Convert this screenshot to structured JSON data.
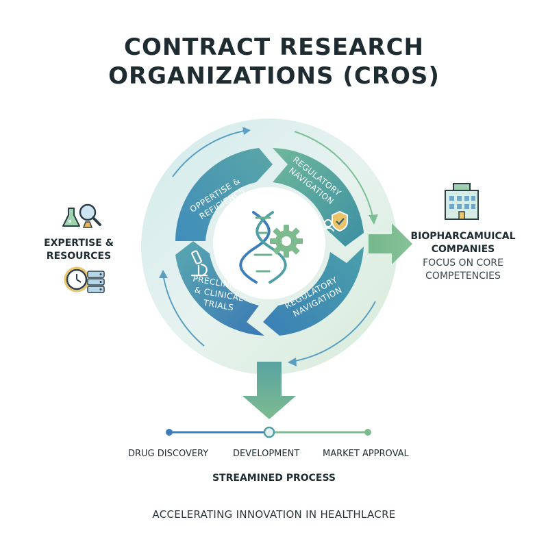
{
  "title": {
    "line1": "CONTRACT RESEARCH",
    "line2": "ORGANIZATIONS (CROS)"
  },
  "cycle": {
    "top_left": [
      "OPPERTISE &",
      "REFICIENCS"
    ],
    "top_right": [
      "REGULATORY",
      "NAVIGATION"
    ],
    "bottom_left": [
      "PRECLINICAL",
      "& CLINICAL",
      "TRIALS"
    ],
    "bottom_right": [
      "REGULATORY",
      "NAVIGATION"
    ]
  },
  "left_panel": {
    "line1": "EXPERTISE &",
    "line2": "RESOURCES"
  },
  "right_panel": {
    "title1": "BIOPHARCAMUICAL",
    "title2": "COMPANIES",
    "sub1": "FOCUS ON CORE",
    "sub2": "COMPETENCIES"
  },
  "timeline": {
    "stages": [
      "DRUG DISCOVERY",
      "DEVELOPMENT",
      "MARKET APPROVAL"
    ],
    "caption": "STREAMINED PROCESS"
  },
  "footer": "ACCELERATING INNOVATION IN HEALTHLACRE",
  "colors": {
    "blue": "#3d7eb8",
    "teal": "#4f9fa6",
    "green": "#7dbb8f",
    "dark_text": "#1e2b31"
  },
  "icons": [
    "lab-flask-icon",
    "magnifier-icon",
    "clock-icon",
    "server-icon",
    "dna-icon",
    "gear-icon",
    "shield-check-icon",
    "microscope-icon",
    "building-icon"
  ]
}
